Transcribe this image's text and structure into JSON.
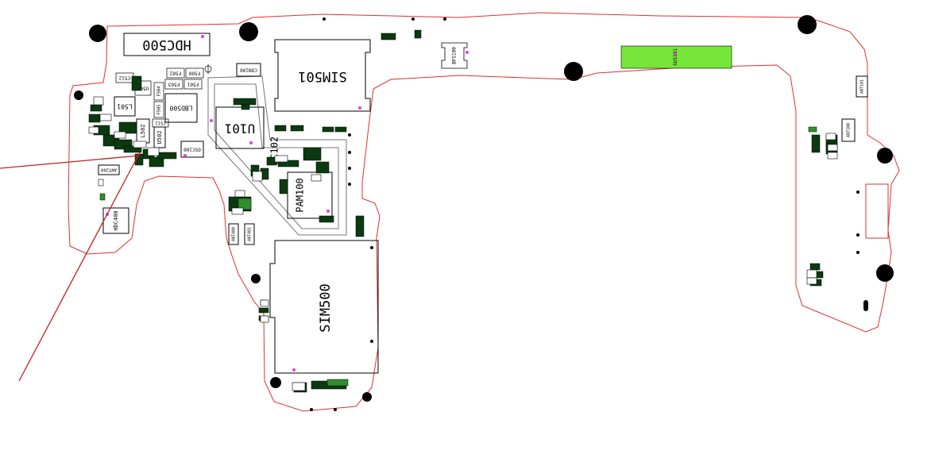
{
  "board": {
    "colors": {
      "outline": "#e03030",
      "probe_line": "#c81e1e",
      "hole": "#000000",
      "pad_dark": "#0b3a10",
      "pad_green": "#2f8f2f",
      "highlight": "#77e63a",
      "dot": "#e040e0",
      "box": "#000000",
      "shield": "#777777"
    },
    "labels": {
      "hdc500": "HDC500",
      "sim501": "SIM501",
      "sim500": "SIM500",
      "u101": "U101",
      "pam100": "PAM100",
      "lbd500": "LBD500",
      "l501": "L501",
      "l502": "L502",
      "u502": "U502",
      "u501": "U501",
      "osc100": "OSC100",
      "con100": "CON100",
      "hdc400": "HDC400",
      "ant200": "ANT200",
      "ant400": "ANT400",
      "ant401": "ANT401",
      "ant101": "ANT101",
      "ant100": "ANT100",
      "bfs100": "BFS100",
      "sus101": "SUS101",
      "c512": "C512",
      "c511": "C511",
      "f502": "F502",
      "f503": "F503",
      "f500": "F500",
      "f501": "F501",
      "f504": "F504",
      "f505": "F505",
      "sc102": "SC102"
    }
  }
}
